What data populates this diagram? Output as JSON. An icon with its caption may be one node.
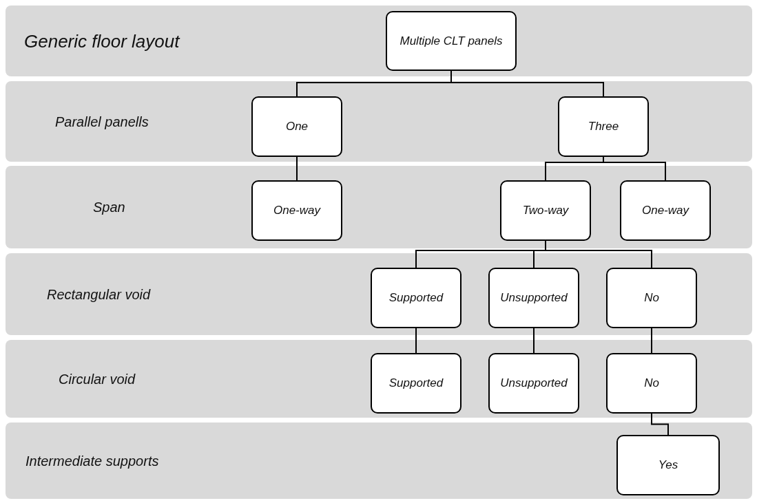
{
  "diagram": {
    "nodes": [
      {
        "text": [
          "Generic floor layout"
        ]
      },
      {
        "text": [
          "Multiple CLT panels"
        ],
        "in": 0
      },
      {
        "text": [
          "Parallel panells"
        ]
      },
      {
        "text": [
          "One"
        ],
        "in": 2
      },
      {
        "text": [
          "Three"
        ],
        "in": 2
      },
      {
        "text": [
          "Span"
        ]
      },
      {
        "text": [
          "One-way"
        ],
        "in": 5
      },
      {
        "text": [
          "Two-way"
        ],
        "in": 5
      },
      {
        "text": [
          "One-way"
        ],
        "in": 5
      },
      {
        "text": [
          "Rectangular void"
        ]
      },
      {
        "text": [
          "Supported"
        ],
        "in": 9
      },
      {
        "text": [
          "Unsupported"
        ],
        "in": 9
      },
      {
        "text": [
          "No"
        ],
        "in": 9
      },
      {
        "text": [
          "Circular void"
        ]
      },
      {
        "text": [
          "Supported"
        ],
        "in": 13
      },
      {
        "text": [
          "Unsupported"
        ],
        "in": 13
      },
      {
        "text": [
          "No"
        ],
        "in": 13
      },
      {
        "text": [
          "Intermediate supports"
        ]
      },
      {
        "text": [
          "Yes"
        ],
        "in": 17
      }
    ],
    "edges": [
      {
        "from": 1,
        "to": 3,
        "arrow": "none"
      },
      {
        "from": 1,
        "to": 4,
        "arrow": "none"
      },
      {
        "from": 3,
        "to": 6,
        "arrow": "none"
      },
      {
        "from": 4,
        "to": 7,
        "arrow": "none"
      },
      {
        "from": 4,
        "to": 8,
        "arrow": "none"
      },
      {
        "from": 7,
        "to": 10,
        "arrow": "none"
      },
      {
        "from": 7,
        "to": 11,
        "arrow": "none"
      },
      {
        "from": 7,
        "to": 12,
        "arrow": "none"
      },
      {
        "from": 10,
        "to": 14,
        "arrow": "none"
      },
      {
        "from": 11,
        "to": 15,
        "arrow": "none"
      },
      {
        "from": 12,
        "to": 16,
        "arrow": "none"
      },
      {
        "from": 16,
        "to": 18,
        "arrow": "none"
      }
    ]
  }
}
